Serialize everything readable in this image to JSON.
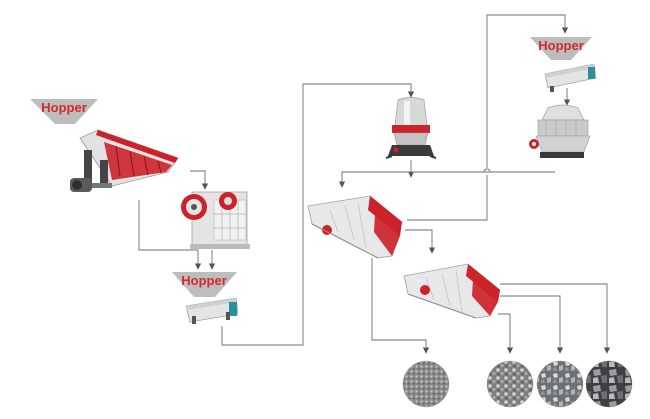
{
  "hoppers": [
    {
      "label": "Hopper"
    },
    {
      "label": "Hopper"
    },
    {
      "label": "Hopper"
    }
  ],
  "colors": {
    "line": "#6e6e6e",
    "hopper_fill": "#bdbdbd",
    "label": "#d42a2a",
    "machine_red": "#cc2229",
    "steel": "#d9dadc",
    "dark": "#3a3a3a"
  },
  "equipment": [
    "vibrating-feeder",
    "jaw-crusher",
    "feeder",
    "cone-crusher",
    "vibrating-screen",
    "feeder",
    "cone-crusher",
    "vibrating-screen"
  ],
  "products": [
    "fine-gravel",
    "small-gravel",
    "medium-gravel",
    "coarse-gravel"
  ]
}
